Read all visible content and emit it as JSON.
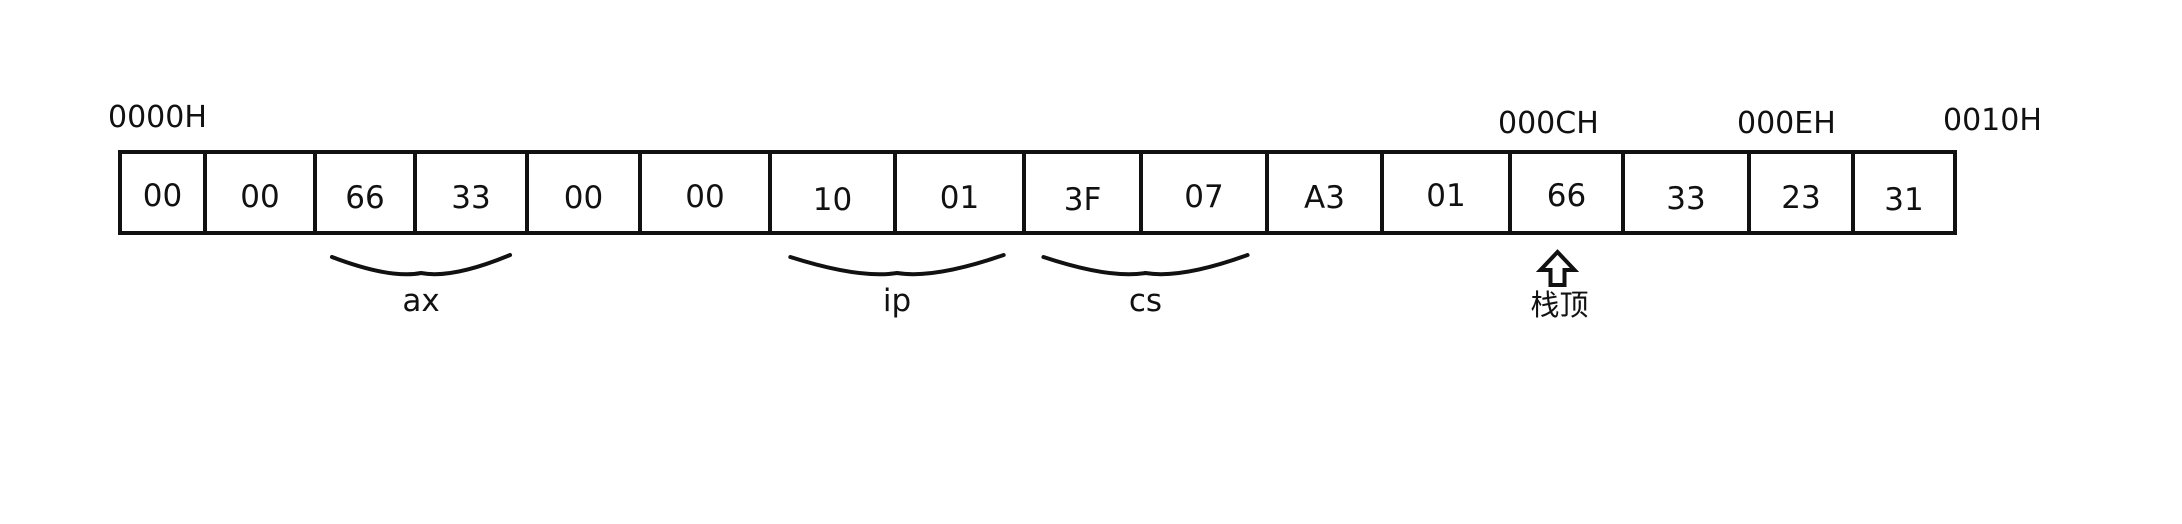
{
  "memory": {
    "cells": [
      "00",
      "00",
      "66",
      "33",
      "00",
      "00",
      "10",
      "01",
      "3F",
      "07",
      "A3",
      "01",
      "66",
      "33",
      "23",
      "31"
    ],
    "address_labels": [
      {
        "text": "0000H",
        "cell_index": 0
      },
      {
        "text": "000CH",
        "cell_index": 12
      },
      {
        "text": "000EH",
        "cell_index": 14
      },
      {
        "text": "0010H",
        "cell_index": 16
      }
    ],
    "groups": [
      {
        "label": "ax",
        "start_index": 2,
        "end_index": 3
      },
      {
        "label": "ip",
        "start_index": 6,
        "end_index": 7
      },
      {
        "label": "cs",
        "start_index": 8,
        "end_index": 9
      }
    ],
    "pointer": {
      "label": "栈顶",
      "cell_index": 12
    }
  },
  "colors": {
    "line": "#111111",
    "text": "#111111",
    "background": "#ffffff"
  }
}
